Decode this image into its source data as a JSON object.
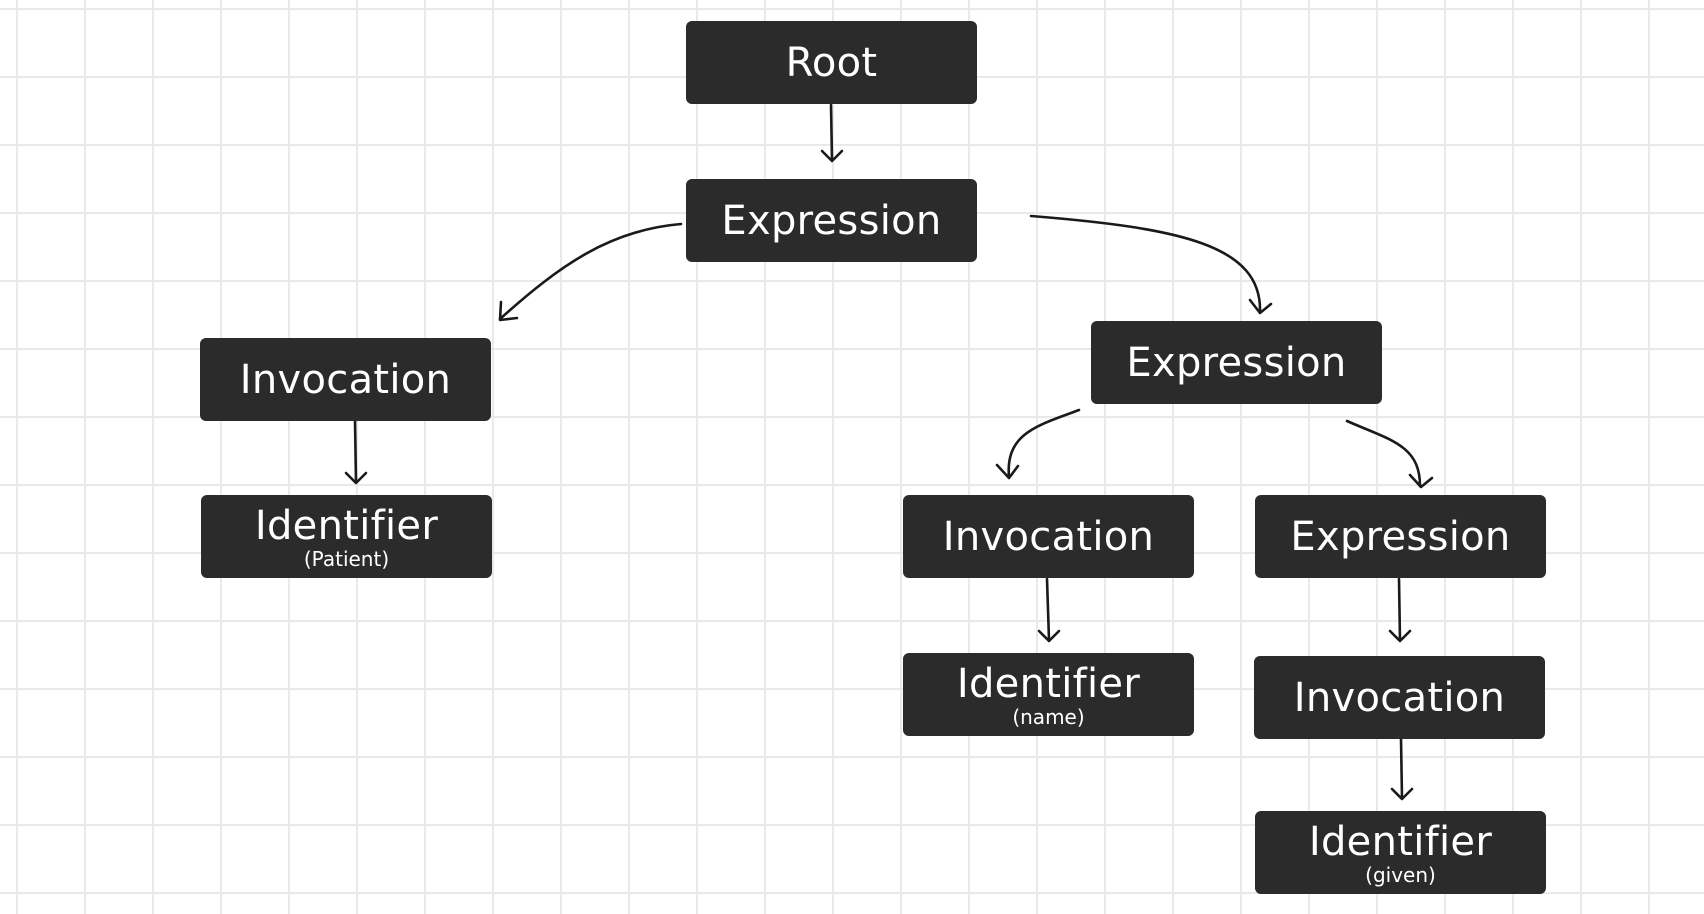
{
  "diagram": {
    "nodes": [
      {
        "id": "root",
        "label": "Root",
        "sub": ""
      },
      {
        "id": "expr1",
        "label": "Expression",
        "sub": ""
      },
      {
        "id": "inv1",
        "label": "Invocation",
        "sub": ""
      },
      {
        "id": "id1",
        "label": "Identifier",
        "sub": "(Patient)"
      },
      {
        "id": "expr2",
        "label": "Expression",
        "sub": ""
      },
      {
        "id": "inv2",
        "label": "Invocation",
        "sub": ""
      },
      {
        "id": "id2",
        "label": "Identifier",
        "sub": "(name)"
      },
      {
        "id": "expr3",
        "label": "Expression",
        "sub": ""
      },
      {
        "id": "inv3",
        "label": "Invocation",
        "sub": ""
      },
      {
        "id": "id3",
        "label": "Identifier",
        "sub": "(given)"
      }
    ],
    "edges": [
      {
        "from": "root",
        "to": "expr1"
      },
      {
        "from": "expr1",
        "to": "inv1"
      },
      {
        "from": "expr1",
        "to": "expr2"
      },
      {
        "from": "inv1",
        "to": "id1"
      },
      {
        "from": "expr2",
        "to": "inv2"
      },
      {
        "from": "expr2",
        "to": "expr3"
      },
      {
        "from": "inv2",
        "to": "id2"
      },
      {
        "from": "expr3",
        "to": "inv3"
      },
      {
        "from": "inv3",
        "to": "id3"
      }
    ],
    "colors": {
      "node_fill": "#2b2b2b",
      "node_text": "#ffffff",
      "edge": "#1a1a1a",
      "grid": "#e9e9e9",
      "background": "#ffffff"
    }
  }
}
